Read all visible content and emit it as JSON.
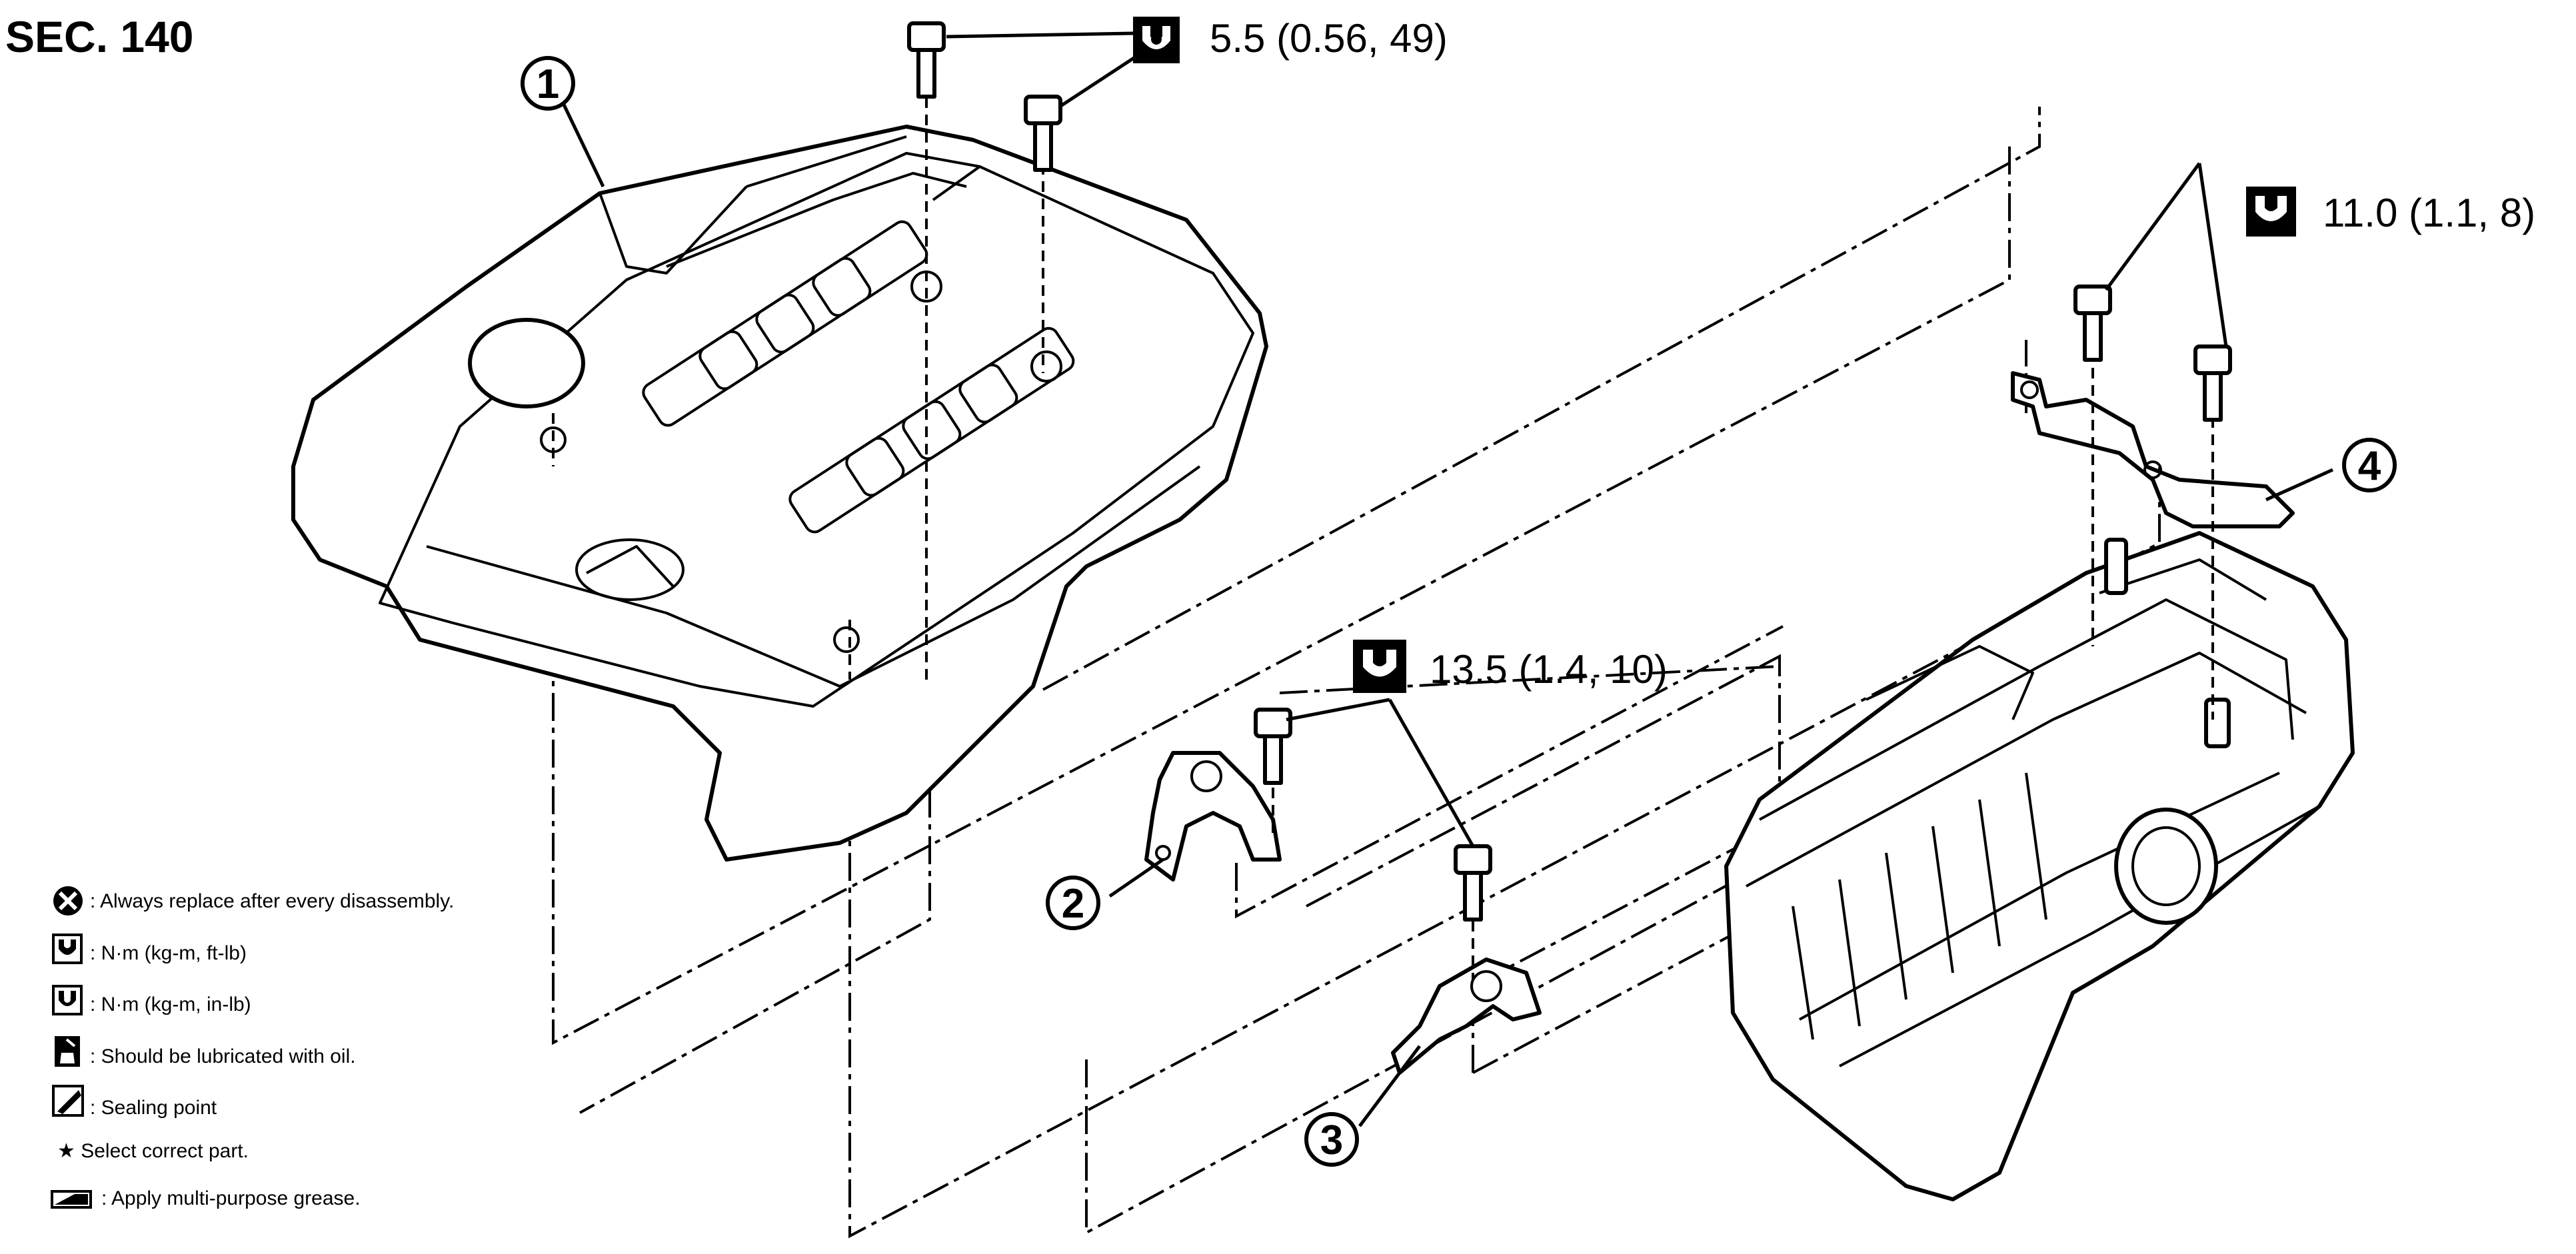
{
  "header": {
    "section": "SEC. 140"
  },
  "torque_specs": [
    {
      "text": "5.5 (0.56, 49)",
      "icon": "torque-in-lb-icon"
    },
    {
      "text": "11.0 (1.1, 8)",
      "icon": "torque-ft-lb-icon"
    },
    {
      "text": "13.5 (1.4, 10)",
      "icon": "torque-ft-lb-icon"
    }
  ],
  "callouts": [
    "1",
    "2",
    "3",
    "4"
  ],
  "legend": [
    {
      "icon": "replace-icon",
      "text": ": Always replace after every disassembly."
    },
    {
      "icon": "torque-ft-lb-icon",
      "text": ": N·m (kg-m, ft-lb)"
    },
    {
      "icon": "torque-in-lb-icon",
      "text": ": N·m (kg-m, in-lb)"
    },
    {
      "icon": "oil-can-icon",
      "text": ": Should be lubricated with oil."
    },
    {
      "icon": "sealing-icon",
      "text": ": Sealing point"
    },
    {
      "icon": "star-icon",
      "text": "★ Select correct part."
    },
    {
      "icon": "grease-icon",
      "text": ": Apply multi-purpose grease."
    }
  ],
  "colors": {
    "ink": "#000000",
    "paper": "#ffffff"
  }
}
